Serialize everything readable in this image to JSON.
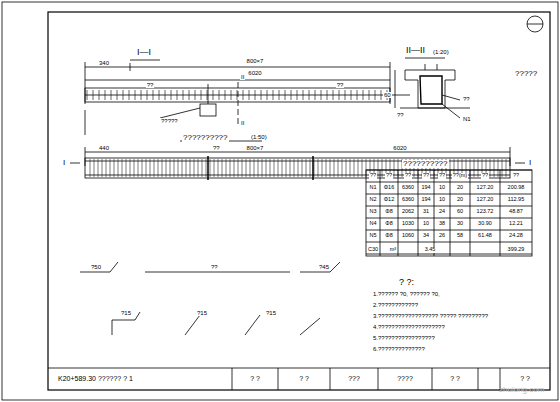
{
  "diagram": {
    "labels": [
      "I—I",
      "II",
      "II",
      "II—II",
      "(1:20)",
      "340",
      "800×7",
      "6020",
      "??",
      "??",
      "?????",
      "?????",
      "??????????",
      "(1:50)",
      "I",
      "I",
      "440",
      "800×7",
      "6020",
      "??",
      "??????????",
      "??",
      "??",
      "??",
      "??",
      "??",
      "??(m)",
      "??",
      "??",
      "N1",
      "Φ16",
      "6360",
      "194",
      "10",
      "20",
      "127.20",
      "200.98",
      "N2",
      "Φ12",
      "6360",
      "194",
      "10",
      "20",
      "127.20",
      "112.95",
      "N3",
      "Φ8",
      "2062",
      "31",
      "24",
      "60",
      "123.72",
      "48.87",
      "N4",
      "Φ8",
      "1030",
      "10",
      "38",
      "30",
      "30.90",
      "12.21",
      "N5",
      "Φ8",
      "1060",
      "34",
      "26",
      "58",
      "61.48",
      "24.28",
      "C30",
      "m³",
      "3.45",
      "399.29",
      "60",
      "??",
      "??",
      "N1",
      "?50",
      "??",
      "?45",
      "?15",
      "?15",
      "?15",
      "? ?:",
      "1.?????? ?0, ?????? ?0,",
      "2.????????????",
      "3.?????????????????? ????? ?????????",
      "4.????????????????????",
      "5.?????????????????",
      "6.??????????????",
      "K20+589.30 ?????? ? 1",
      "? ?",
      "? ?",
      "???",
      "????",
      "? ?",
      "? ?",
      "zhulong.com"
    ]
  }
}
